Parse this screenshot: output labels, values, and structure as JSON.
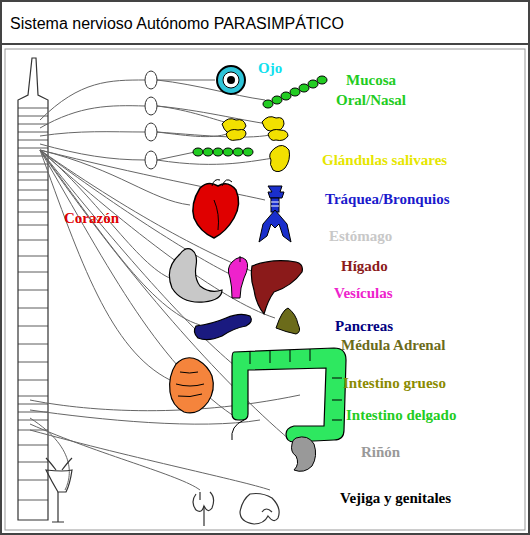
{
  "diagram": {
    "title": "Sistema nervioso Autónomo PARASIMPÁTICO",
    "labels": [
      "Ojo",
      "Mucosa Oral/Nasal",
      "Glándulas salivares",
      "Corazón",
      "Tráquea/Bronquios",
      "Estómago",
      "Hígado",
      "Vesículas",
      "Pancreas",
      "Médula Adrenal",
      "Intestino grueso",
      "Intestino delgado",
      "Riñón",
      "Vejiga y genitales"
    ]
  }
}
